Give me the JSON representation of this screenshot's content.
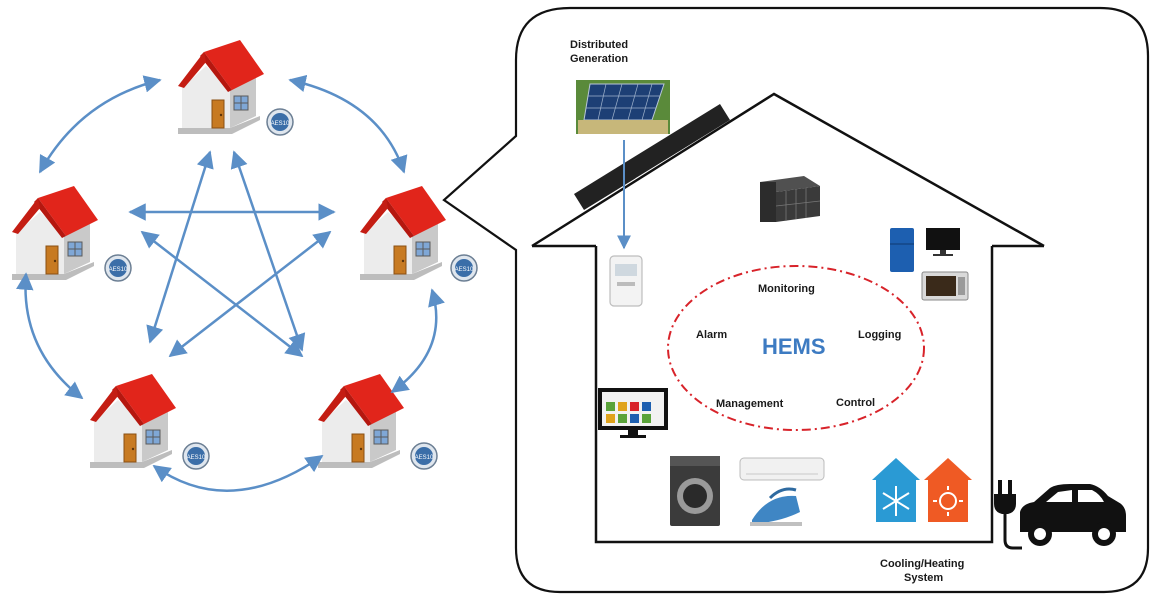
{
  "home_labels": {
    "distributed_generation": [
      "Distributed",
      "Generation"
    ],
    "cooling_heating": [
      "Cooling/Heating",
      "System"
    ]
  },
  "hems": {
    "title": "HEMS",
    "functions": {
      "monitoring": "Monitoring",
      "logging": "Logging",
      "control": "Control",
      "management": "Management",
      "alarm": "Alarm"
    }
  },
  "meter_badge_text": "AES10",
  "colors": {
    "arrow": "#5b8fc7",
    "roof": "#e1251b",
    "wall": "#ececec",
    "door": "#c77a22",
    "hems_ellipse": "#d8232a",
    "hems_text": "#3d7bc2",
    "outline": "#111111"
  },
  "icons": [
    "house-icon",
    "smart-meter-icon",
    "solar-panel-icon",
    "battery-icon",
    "refrigerator-icon",
    "tv-icon",
    "microwave-icon",
    "monitor-icon",
    "washing-machine-icon",
    "air-conditioner-icon",
    "iron-icon",
    "cooling-icon",
    "heating-icon",
    "plug-icon",
    "electric-car-icon"
  ]
}
